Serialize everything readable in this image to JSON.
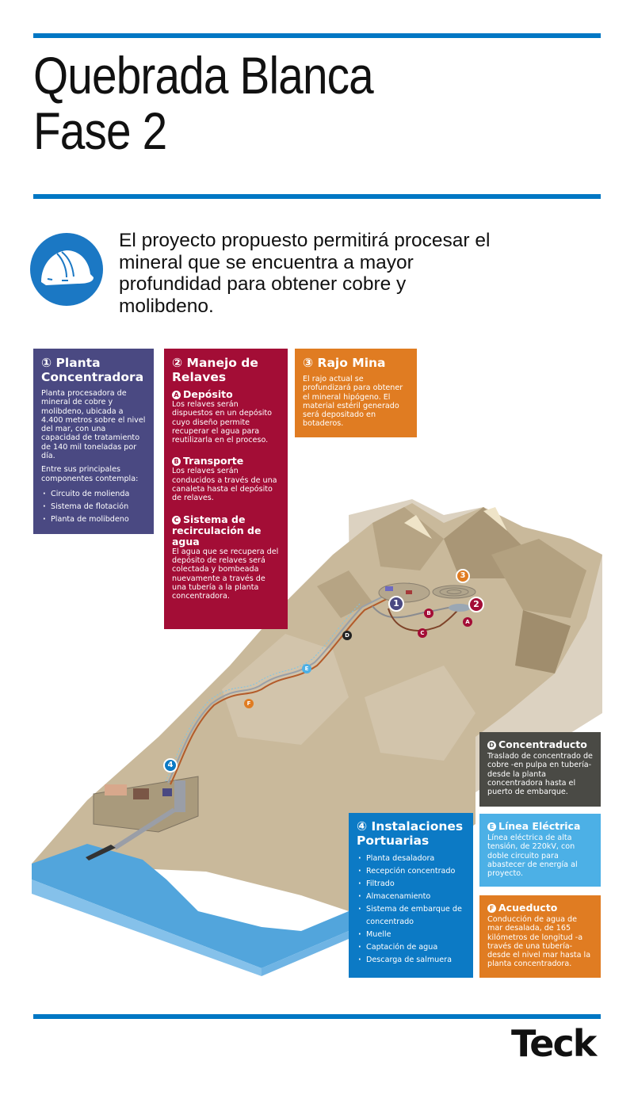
{
  "header": {
    "title_line1": "Quebrada Blanca",
    "title_line2": "Fase 2"
  },
  "intro": {
    "icon": "hard-hat-icon",
    "text": "El proyecto propuesto permitirá procesar el mineral que se encuentra a mayor profundidad para obtener cobre y molibdeno."
  },
  "colors": {
    "rule_blue": "#0077c4",
    "planta": "#4a4982",
    "relaves": "#a30d36",
    "rajo": "#e07c22",
    "concentraducto": "#4a4a45",
    "linea": "#4cb0e6",
    "acueducto": "#e07c22",
    "portuarias": "#0c7ac5",
    "sea": "#52a5dc",
    "terrain": "#c9b99b"
  },
  "cards": {
    "planta": {
      "title": "① Planta Concentradora",
      "p1": "Planta procesadora de mineral de cobre y molibdeno, ubicada a 4.400 metros sobre el nivel del mar, con una capacidad de tratamiento de 140 mil toneladas por día.",
      "p2": "Entre sus principales componentes contempla:",
      "items": [
        "Circuito de molienda",
        "Sistema de flotación",
        "Planta de molibdeno"
      ]
    },
    "relaves": {
      "title": "② Manejo de Relaves",
      "a": {
        "letter": "A",
        "title": "Depósito",
        "text": "Los relaves serán dispuestos en un depósito cuyo diseño permite recuperar el agua para reutilizarla en el proceso."
      },
      "b": {
        "letter": "B",
        "title": "Transporte",
        "text": "Los relaves serán conducidos a través de una canaleta hasta el depósito de relaves."
      },
      "c": {
        "letter": "C",
        "title": "Sistema de recirculación de agua",
        "text": "El agua que se recupera del depósito de relaves será colectada y bombeada nuevamente a través de una tubería a la planta concentradora."
      }
    },
    "rajo": {
      "title": "③ Rajo Mina",
      "text": "El rajo actual se profundizará para obtener el mineral hipógeno. El material estéril generado será depositado en botaderos."
    },
    "concentraducto": {
      "letter": "D",
      "title": "Concentraducto",
      "text": "Traslado de concentrado de cobre -en pulpa en tubería- desde la planta concentradora hasta el puerto de embarque."
    },
    "linea": {
      "letter": "E",
      "title": "Línea Eléctrica",
      "text": "Línea eléctrica de alta tensión, de 220kV, con doble circuito para abastecer de energía al proyecto."
    },
    "acueducto": {
      "letter": "F",
      "title": "Acueducto",
      "text": "Conducción de agua de mar desalada, de 165 kilómetros de longitud -a través de una tubería- desde el nivel mar hasta la planta concentradora."
    },
    "portuarias": {
      "title": "④ Instalaciones Portuarias",
      "items": [
        "Planta desaladora",
        "Recepción concentrado",
        "Filtrado",
        "Almacenamiento",
        "Sistema de embarque de concentrado",
        "Muelle",
        "Captación de agua",
        "Descarga de salmuera"
      ]
    }
  },
  "map_markers": {
    "m1": "1",
    "m2": "2",
    "m3": "3",
    "m4": "4",
    "A": "A",
    "B": "B",
    "C": "C",
    "D": "D",
    "E": "E",
    "F": "F"
  },
  "footer": {
    "logo": "Teck"
  }
}
